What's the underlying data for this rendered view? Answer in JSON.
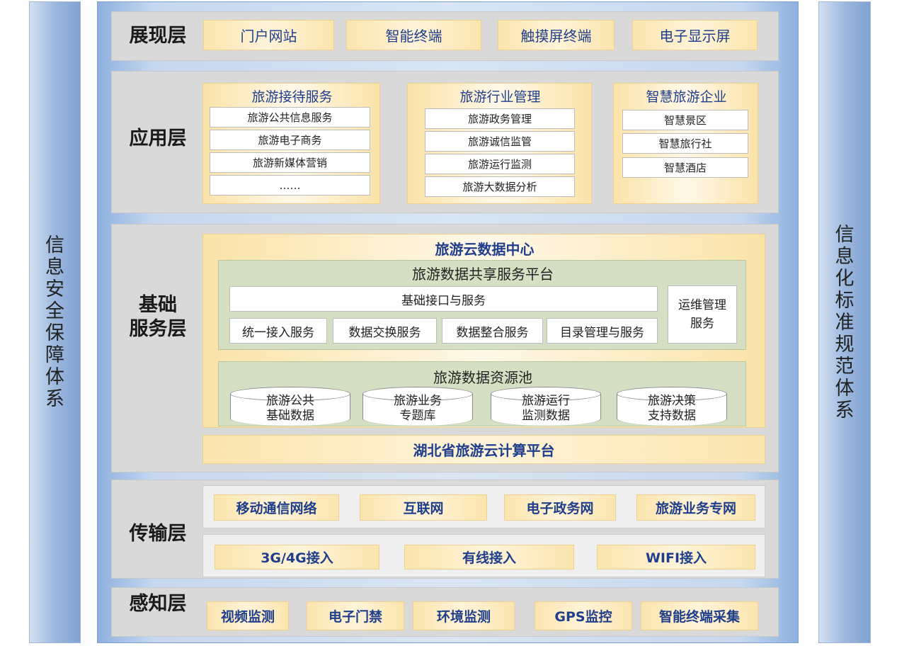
{
  "left_side": "信息安全保障体系",
  "right_side": "信息化标准规范体系",
  "presentation": {
    "title": "展现层",
    "items": [
      "门户网站",
      "智能终端",
      "触摸屏终端",
      "电子显示屏"
    ]
  },
  "application": {
    "title": "应用层",
    "groups": [
      {
        "title": "旅游接待服务",
        "items": [
          "旅游公共信息服务",
          "旅游电子商务",
          "旅游新媒体营销",
          "……"
        ]
      },
      {
        "title": "旅游行业管理",
        "items": [
          "旅游政务管理",
          "旅游诚信监管",
          "旅游运行监测",
          "旅游大数据分析"
        ]
      },
      {
        "title": "智慧旅游企业",
        "items": [
          "智慧景区",
          "智慧旅行社",
          "智慧酒店"
        ]
      }
    ]
  },
  "foundation": {
    "title_line1": "基础",
    "title_line2": "服务层",
    "cloud_center": "旅游云数据中心",
    "share_platform": {
      "title": "旅游数据共享服务平台",
      "interface": "基础接口与服务",
      "services": [
        "统一接入服务",
        "数据交换服务",
        "数据整合服务",
        "目录管理与服务"
      ],
      "ops_line1": "运维管理",
      "ops_line2": "服务"
    },
    "resource_pool": {
      "title": "旅游数据资源池",
      "databases": [
        {
          "line1": "旅游公共",
          "line2": "基础数据"
        },
        {
          "line1": "旅游业务",
          "line2": "专题库"
        },
        {
          "line1": "旅游运行",
          "line2": "监测数据"
        },
        {
          "line1": "旅游决策",
          "line2": "支持数据"
        }
      ]
    },
    "computing_platform": "湖北省旅游云计算平台"
  },
  "transport": {
    "title": "传输层",
    "networks": [
      "移动通信网络",
      "互联网",
      "电子政务网",
      "旅游业务专网"
    ],
    "access": [
      "3G/4G接入",
      "有线接入",
      "WIFI接入"
    ]
  },
  "perception": {
    "title": "感知层",
    "items": [
      "视频监测",
      "电子门禁",
      "环境监测",
      "GPS监控",
      "智能终端采集"
    ]
  },
  "colors": {
    "side_blue": "#9db8de",
    "layer_gray": "#d9d9d9",
    "item_yellow": "#fbe5ae",
    "platform_green": "#d5dfc3",
    "title_blue": "#1f3e8c"
  }
}
